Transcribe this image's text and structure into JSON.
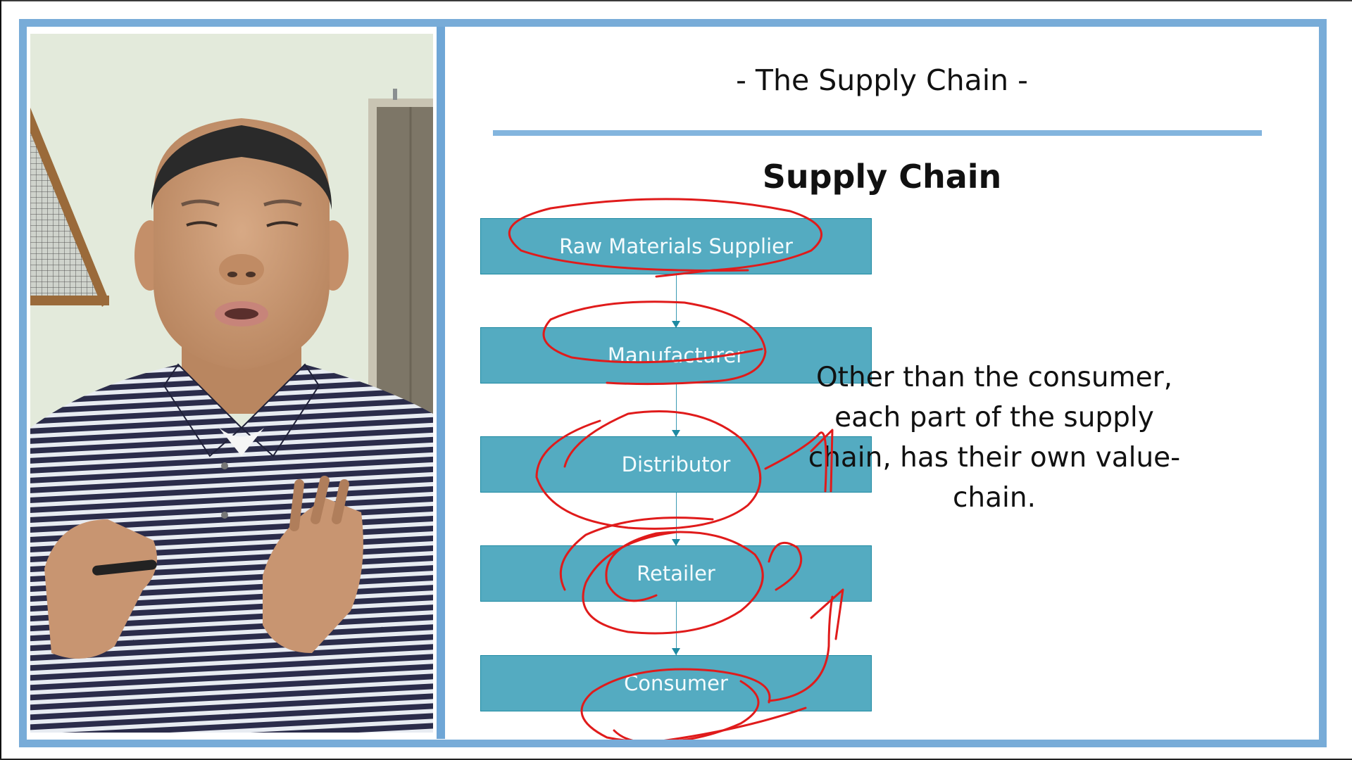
{
  "video": {
    "description": "Presenter webcam feed",
    "colors": {
      "wall": "#e3eadb",
      "shirt_stripe_dark": "#2b2c4a",
      "shirt_stripe_light": "#e8ecf2",
      "skin": "#c99a76",
      "frame_wood": "#9a6a3a",
      "barn_wood": "#7d7667"
    }
  },
  "slide": {
    "title": "- The Supply Chain -",
    "subtitle": "Supply Chain",
    "flow": [
      {
        "label": "Raw Materials Supplier"
      },
      {
        "label": "Manufacturer"
      },
      {
        "label": "Distributor"
      },
      {
        "label": "Retailer"
      },
      {
        "label": "Consumer"
      }
    ],
    "side_text": {
      "lines": [
        "Other than the consumer,",
        "each part of the supply",
        "chain, has their own value-",
        "chain."
      ]
    },
    "colors": {
      "box_fill": "#54abc1",
      "box_border": "#1e8aa2",
      "frame": "#78acd8",
      "divider": "#83b5de",
      "annotation": "#e01b1b"
    }
  }
}
